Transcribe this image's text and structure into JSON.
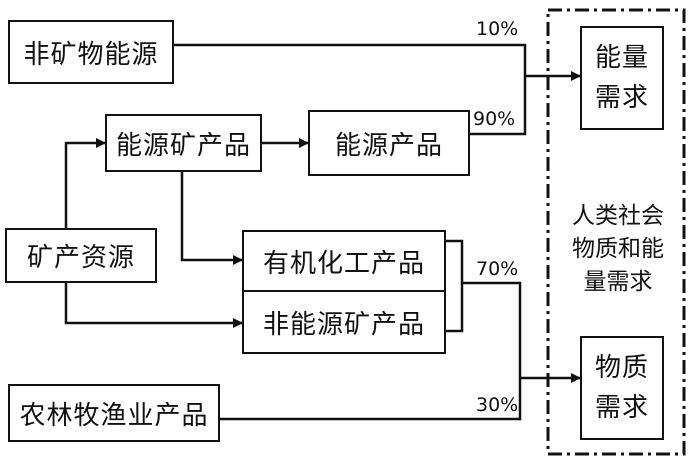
{
  "nodes": {
    "non_mineral_energy": "非矿物能源",
    "energy_mineral_products": "能源矿产品",
    "energy_products": "能源产品",
    "organic_chemical_products": "有机化工产品",
    "non_energy_mineral_products": "非能源矿产品",
    "mineral_resources": "矿产资源",
    "agri_products": "农林牧渔业产品",
    "energy_demand": [
      "能量",
      "需求"
    ],
    "material_demand": [
      "物质",
      "需求"
    ]
  },
  "society_demand_lines": [
    "人类社会",
    "物质和能",
    "量需求"
  ],
  "percentages": {
    "non_mineral_energy": "10%",
    "energy_products": "90%",
    "chemical_nonenergy": "70%",
    "agri": "30%"
  }
}
